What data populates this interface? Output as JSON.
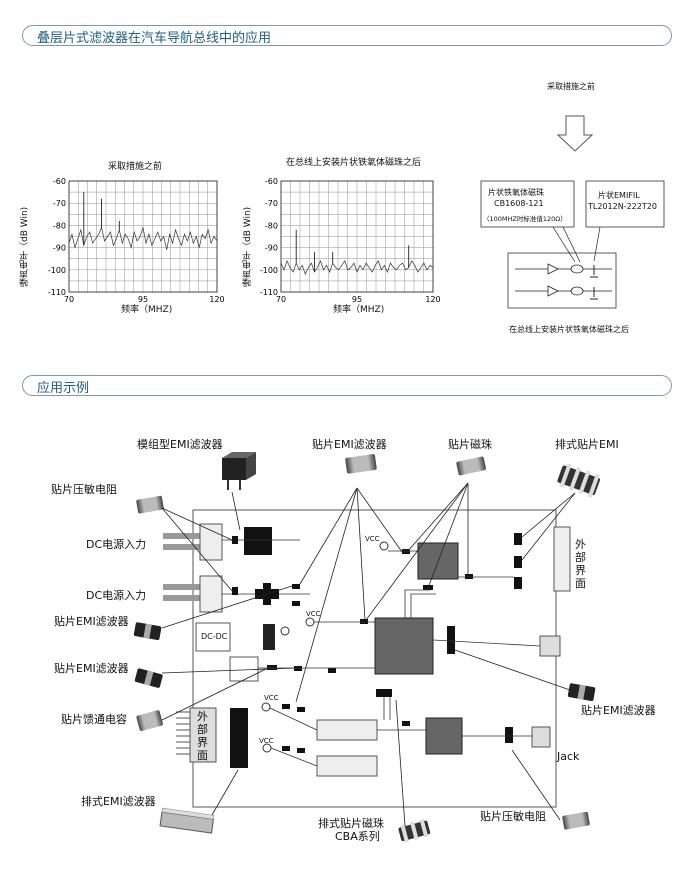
{
  "section1": {
    "title": "叠层片式滤波器在汽车导航总线中的应用"
  },
  "section2": {
    "title": "应用示例"
  },
  "chart_data": [
    {
      "type": "line",
      "title": "采取措施之前",
      "ylabel": "噪声电平（dB Win)",
      "xlabel": "频率（MHZ)",
      "x_ticks": [
        "70",
        "95",
        "120"
      ],
      "y_ticks": [
        "-60",
        "-70",
        "-80",
        "-90",
        "-100",
        "-110"
      ],
      "xlim": [
        70,
        120
      ],
      "ylim": [
        -110,
        -60
      ],
      "grid": true,
      "series": [
        {
          "x": [
            70,
            71,
            72,
            73,
            74,
            75,
            76,
            77,
            78,
            79,
            80,
            81,
            82,
            83,
            84,
            85,
            86,
            87,
            88,
            89,
            90,
            91,
            92,
            93,
            94,
            95,
            96,
            97,
            98,
            99,
            100,
            101,
            102,
            103,
            104,
            105,
            106,
            107,
            108,
            109,
            110,
            111,
            112,
            113,
            114,
            115,
            116,
            117,
            118,
            119,
            120
          ],
          "y": [
            -88,
            -84,
            -90,
            -86,
            -82,
            -89,
            -85,
            -83,
            -88,
            -86,
            -84,
            -81,
            -87,
            -85,
            -83,
            -89,
            -86,
            -82,
            -88,
            -84,
            -86,
            -90,
            -83,
            -87,
            -85,
            -81,
            -88,
            -84,
            -89,
            -86,
            -83,
            -87,
            -85,
            -91,
            -84,
            -88,
            -82,
            -86,
            -89,
            -84,
            -87,
            -83,
            -88,
            -85,
            -90,
            -84,
            -86,
            -82,
            -88,
            -85,
            -87
          ]
        }
      ],
      "peaks": [
        {
          "x": 75,
          "y": -65
        },
        {
          "x": 81,
          "y": -68
        },
        {
          "x": 87,
          "y": -78
        }
      ]
    },
    {
      "type": "line",
      "title": "在总线上安装片状铁氧体磁珠之后",
      "ylabel": "噪声电平（dB Win)",
      "xlabel": "频率（MHZ)",
      "x_ticks": [
        "70",
        "95",
        "120"
      ],
      "y_ticks": [
        "-60",
        "-70",
        "-80",
        "-90",
        "-100",
        "-110"
      ],
      "xlim": [
        70,
        120
      ],
      "ylim": [
        -110,
        -60
      ],
      "grid": true,
      "series": [
        {
          "x": [
            70,
            71,
            72,
            73,
            74,
            75,
            76,
            77,
            78,
            79,
            80,
            81,
            82,
            83,
            84,
            85,
            86,
            87,
            88,
            89,
            90,
            91,
            92,
            93,
            94,
            95,
            96,
            97,
            98,
            99,
            100,
            101,
            102,
            103,
            104,
            105,
            106,
            107,
            108,
            109,
            110,
            111,
            112,
            113,
            114,
            115,
            116,
            117,
            118,
            119,
            120
          ],
          "y": [
            -97,
            -100,
            -96,
            -99,
            -101,
            -97,
            -100,
            -98,
            -102,
            -99,
            -97,
            -101,
            -99,
            -96,
            -100,
            -98,
            -101,
            -97,
            -99,
            -100,
            -98,
            -96,
            -100,
            -99,
            -97,
            -101,
            -98,
            -100,
            -97,
            -99,
            -101,
            -98,
            -96,
            -100,
            -98,
            -101,
            -97,
            -99,
            -100,
            -98,
            -97,
            -100,
            -99,
            -96,
            -98,
            -101,
            -99,
            -97,
            -100,
            -98,
            -99
          ]
        }
      ],
      "peaks": [
        {
          "x": 75,
          "y": -82
        },
        {
          "x": 81,
          "y": -92
        },
        {
          "x": 87,
          "y": -92
        },
        {
          "x": 112,
          "y": -89
        }
      ]
    }
  ],
  "circuit1": {
    "before_label": "采取措施之前",
    "after_label": "在总线上安装片状铁氧体磁珠之后",
    "bead_label": "片状铁氧体磁珠",
    "bead_part": "CB1608-121",
    "bead_note": "（100MHZ时标准值120Ω）",
    "emifil_label": "片状EMIFIL",
    "emifil_part": "TL2012N-222T20"
  },
  "app": {
    "module_emi": "模组型EMI滤波器",
    "chip_emi_top": "贴片EMI滤波器",
    "chip_bead_top": "贴片磁珠",
    "array_emi_top": "排式贴片EMI",
    "varistor_left": "贴片压敏电阻",
    "dc_in_1": "DC电源入力",
    "dc_in_2": "DC电源入力",
    "chip_emi_left_1": "贴片EMI滤波器",
    "chip_emi_left_2": "贴片EMI滤波器",
    "feedthrough_cap": "贴片馈通电容",
    "array_emi_bottom": "排式EMI滤波器",
    "array_bead_line1": "排式贴片磁珠",
    "array_bead_line2": "CBA系列",
    "varistor_right": "贴片压敏电阻",
    "chip_emi_right": "贴片EMI滤波器",
    "external_right": [
      "外",
      "部",
      "界",
      "面"
    ],
    "external_left": [
      "外",
      "部",
      "界",
      "面"
    ],
    "jack": "Jack",
    "dcdc": "DC-DC",
    "vcc": "VCC"
  }
}
